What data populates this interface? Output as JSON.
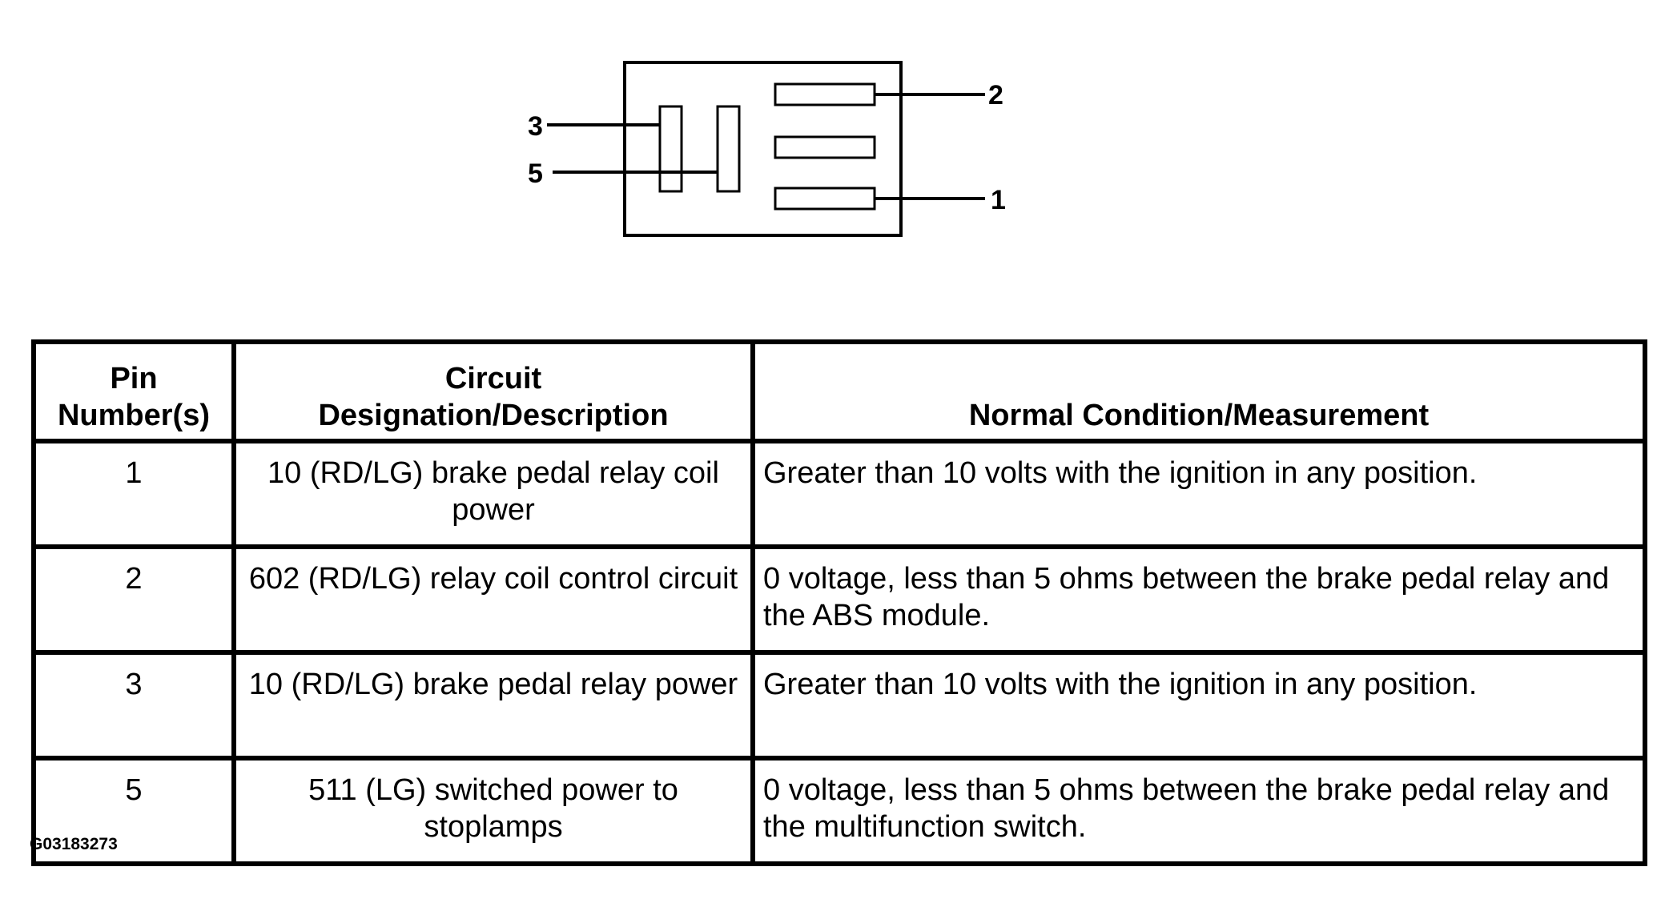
{
  "connector": {
    "pins": [
      {
        "id": "pin-3",
        "label": "3"
      },
      {
        "id": "pin-5",
        "label": "5"
      },
      {
        "id": "pin-2",
        "label": "2"
      },
      {
        "id": "pin-1",
        "label": "1"
      }
    ]
  },
  "table": {
    "headers": {
      "pin_line1": "Pin",
      "pin_line2": "Number(s)",
      "circuit_line1": "Circuit",
      "circuit_line2": "Designation/Description",
      "measure": "Normal Condition/Measurement"
    },
    "rows": [
      {
        "pin": "1",
        "circuit": "10 (RD/LG) brake pedal relay coil power",
        "measure": "Greater than 10 volts with the ignition in any position."
      },
      {
        "pin": "2",
        "circuit": "602 (RD/LG) relay coil control circuit",
        "measure": "0 voltage, less than 5 ohms between the brake pedal relay and the ABS module."
      },
      {
        "pin": "3",
        "circuit": "10 (RD/LG) brake pedal relay power",
        "measure": "Greater than 10 volts with the ignition in any position."
      },
      {
        "pin": "5",
        "circuit": "511 (LG) switched power to stoplamps",
        "measure": "0 voltage, less than 5 ohms between the brake pedal relay and the multifunction switch."
      }
    ]
  },
  "figure_id": "G03183273"
}
